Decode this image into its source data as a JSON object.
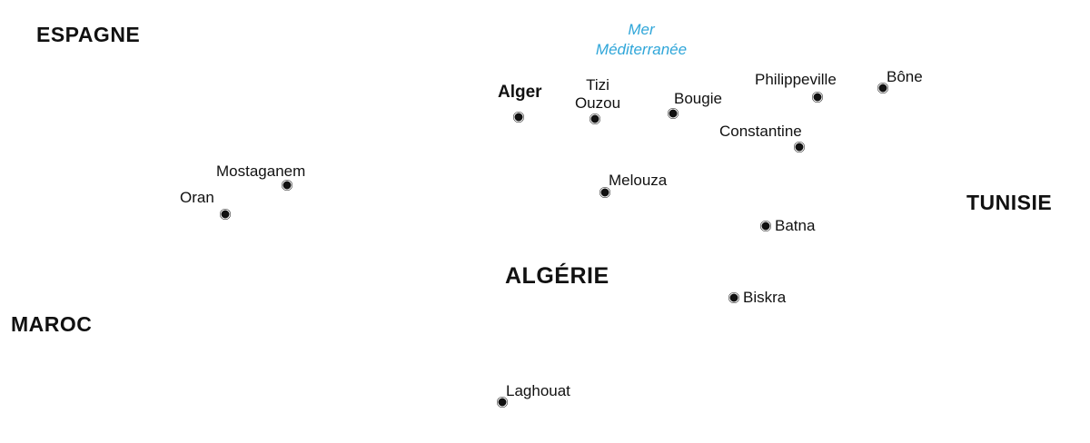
{
  "countries": {
    "espagne": "ESPAGNE",
    "maroc": "MAROC",
    "tunisie": "TUNISIE",
    "algerie": "ALGÉRIE"
  },
  "sea": {
    "line1": "Mer",
    "line2": "Méditerranée"
  },
  "colors": {
    "sea_label": "#2fa6d9",
    "text": "#111111"
  },
  "cities": {
    "alger": "Alger",
    "tizi_ouzou_1": "Tizi",
    "tizi_ouzou_2": "Ouzou",
    "bougie": "Bougie",
    "philippeville": "Philippeville",
    "bone": "Bône",
    "constantine": "Constantine",
    "mostaganem": "Mostaganem",
    "oran": "Oran",
    "melouza": "Melouza",
    "batna": "Batna",
    "biskra": "Biskra",
    "laghouat": "Laghouat"
  }
}
